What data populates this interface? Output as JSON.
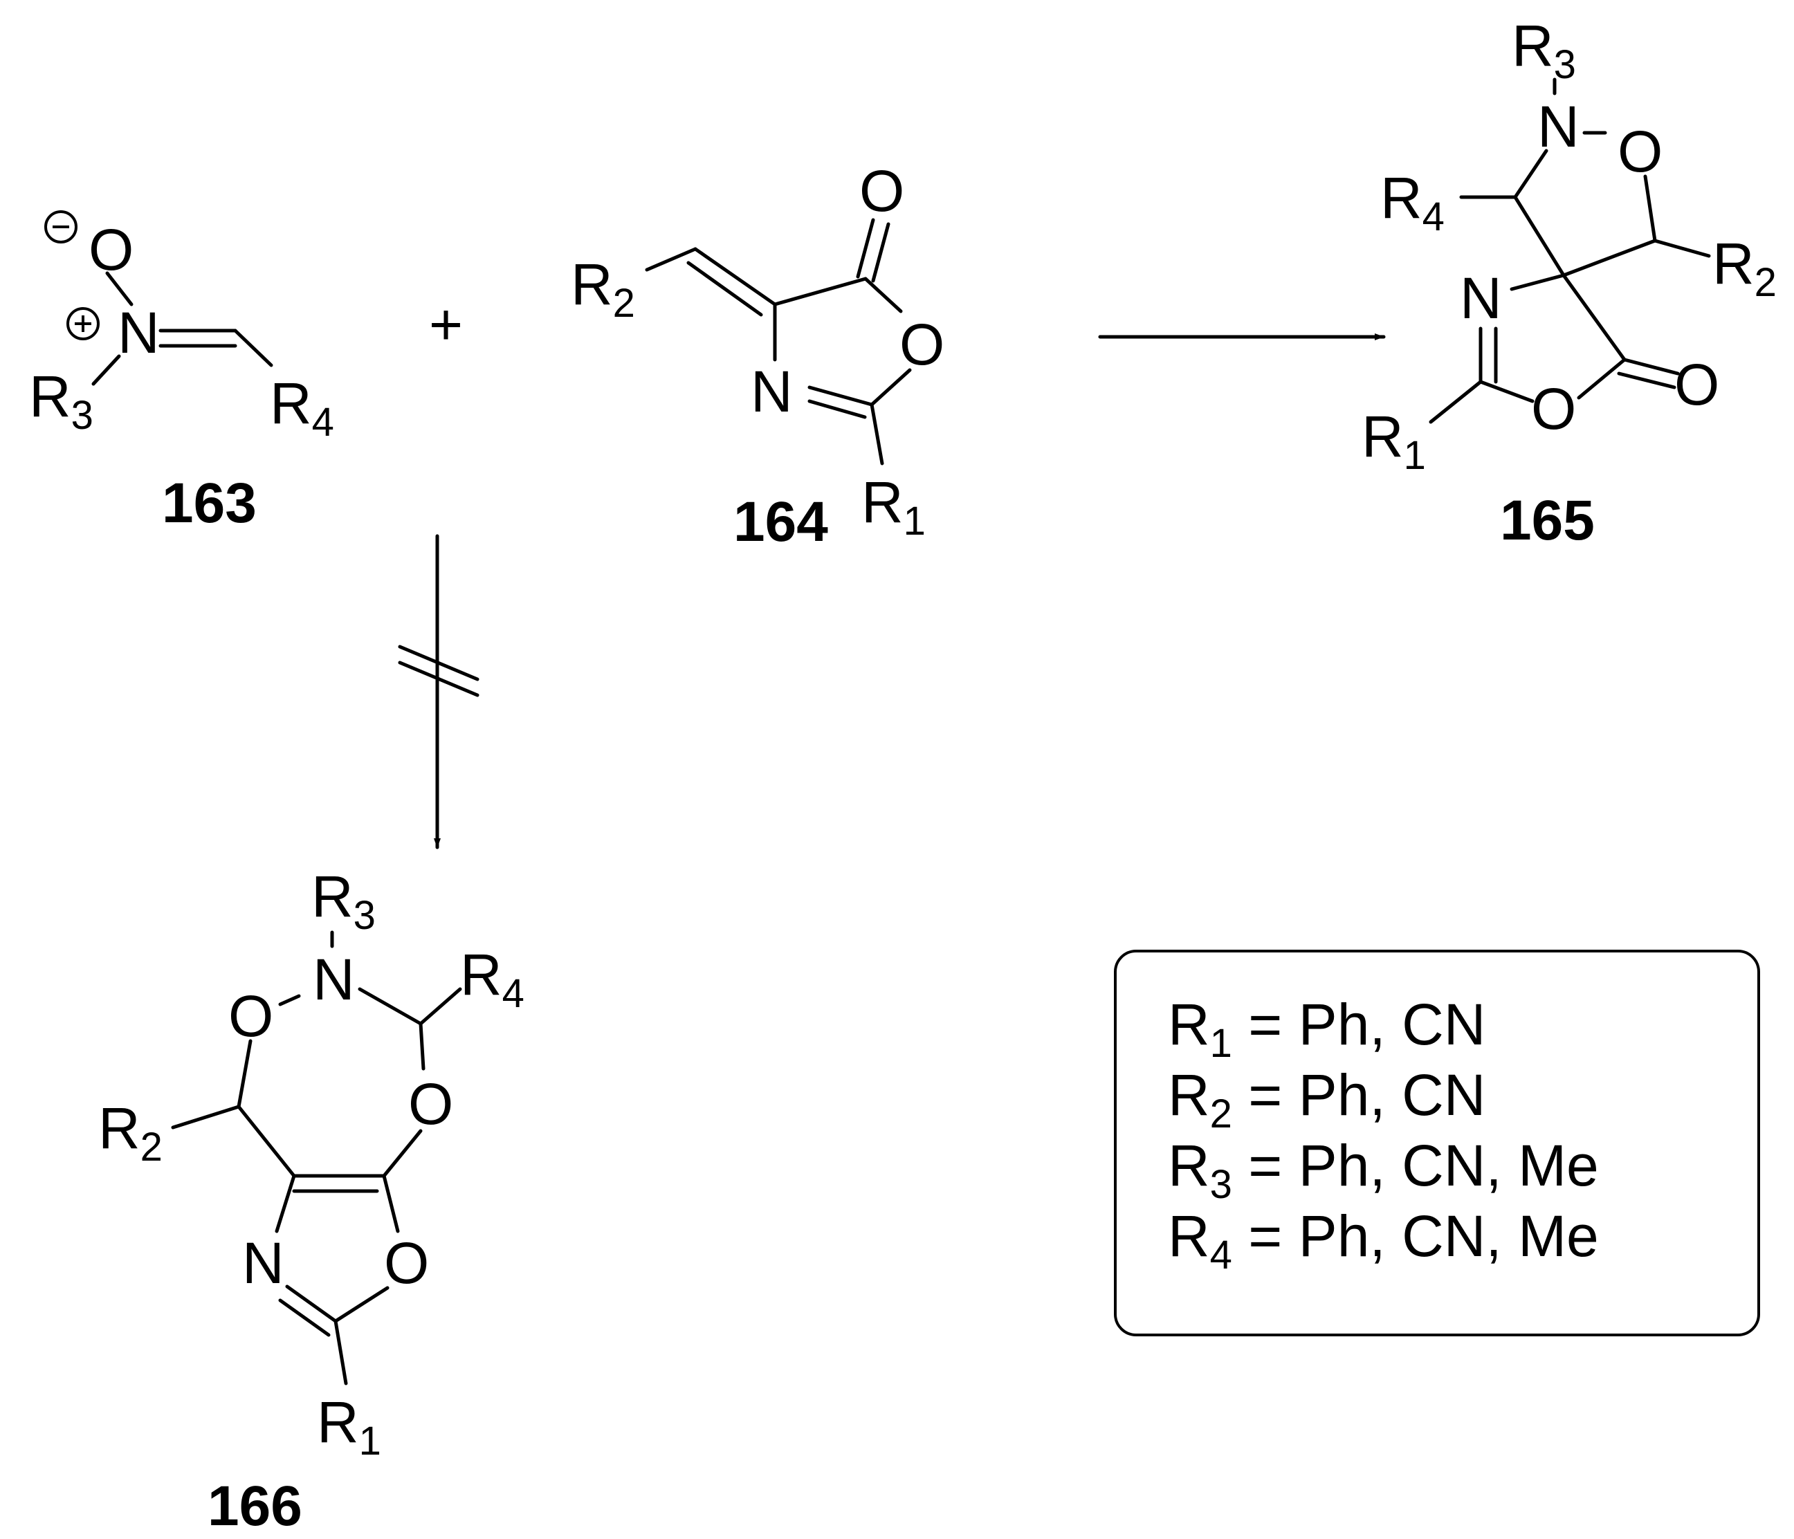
{
  "compounds": {
    "c163": "163",
    "c164": "164",
    "c165": "165",
    "c166": "166"
  },
  "reaction": {
    "plus": "+"
  },
  "substituents": {
    "r1": "R1 = Ph, CN",
    "r2": "R2 = Ph, CN",
    "r3": "R3 = Ph, CN, Me",
    "r4": "R4 = Ph, CN, Me"
  },
  "legend_lines": [
    {
      "r": "R",
      "sub": "1",
      "rest": " = Ph, CN"
    },
    {
      "r": "R",
      "sub": "2",
      "rest": " = Ph, CN"
    },
    {
      "r": "R",
      "sub": "3",
      "rest": " = Ph, CN, Me"
    },
    {
      "r": "R",
      "sub": "4",
      "rest": " = Ph, CN, Me"
    }
  ]
}
